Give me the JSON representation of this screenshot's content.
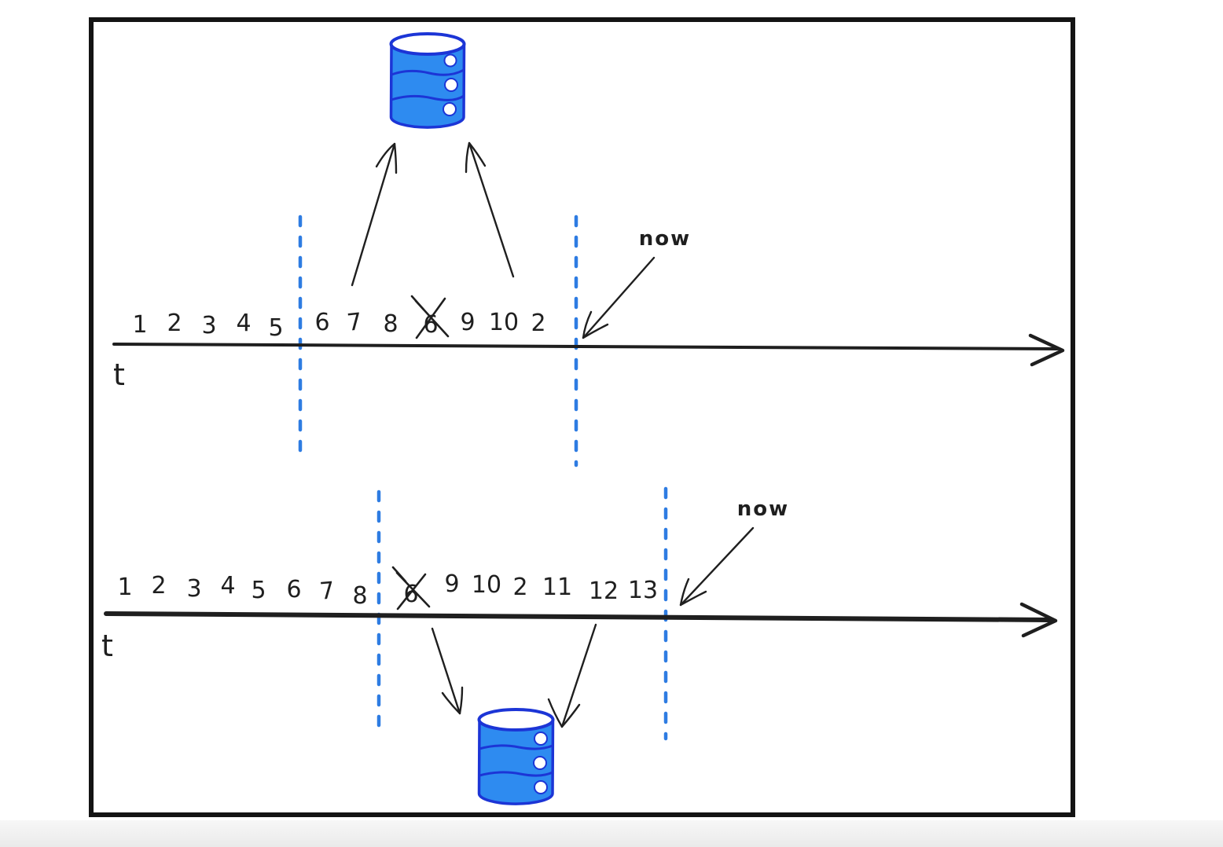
{
  "diagram": {
    "description": "hand-drawn diagram of two event timelines with retention windows and database storage",
    "colors": {
      "ink": "#1f1f1f",
      "dashed_window_blue": "#2e7ce2",
      "database_fill": "#2e8bf0",
      "database_stroke": "#1c35d6",
      "frame_border": "#141414",
      "footer_strip": "#efefef"
    },
    "timeline_top": {
      "axis_label": "t",
      "now_label": "now",
      "values": [
        "1",
        "2",
        "3",
        "4",
        "5",
        "6",
        "7",
        "8",
        "6",
        "9",
        "10",
        "2"
      ],
      "crossed_index": 8,
      "crossed_value": "6"
    },
    "timeline_bottom": {
      "axis_label": "t",
      "now_label": "now",
      "values": [
        "1",
        "2",
        "3",
        "4",
        "5",
        "6",
        "7",
        "8",
        "6",
        "9",
        "10",
        "2",
        "11",
        "12",
        "13"
      ],
      "crossed_index": 8,
      "crossed_value": "6"
    }
  }
}
